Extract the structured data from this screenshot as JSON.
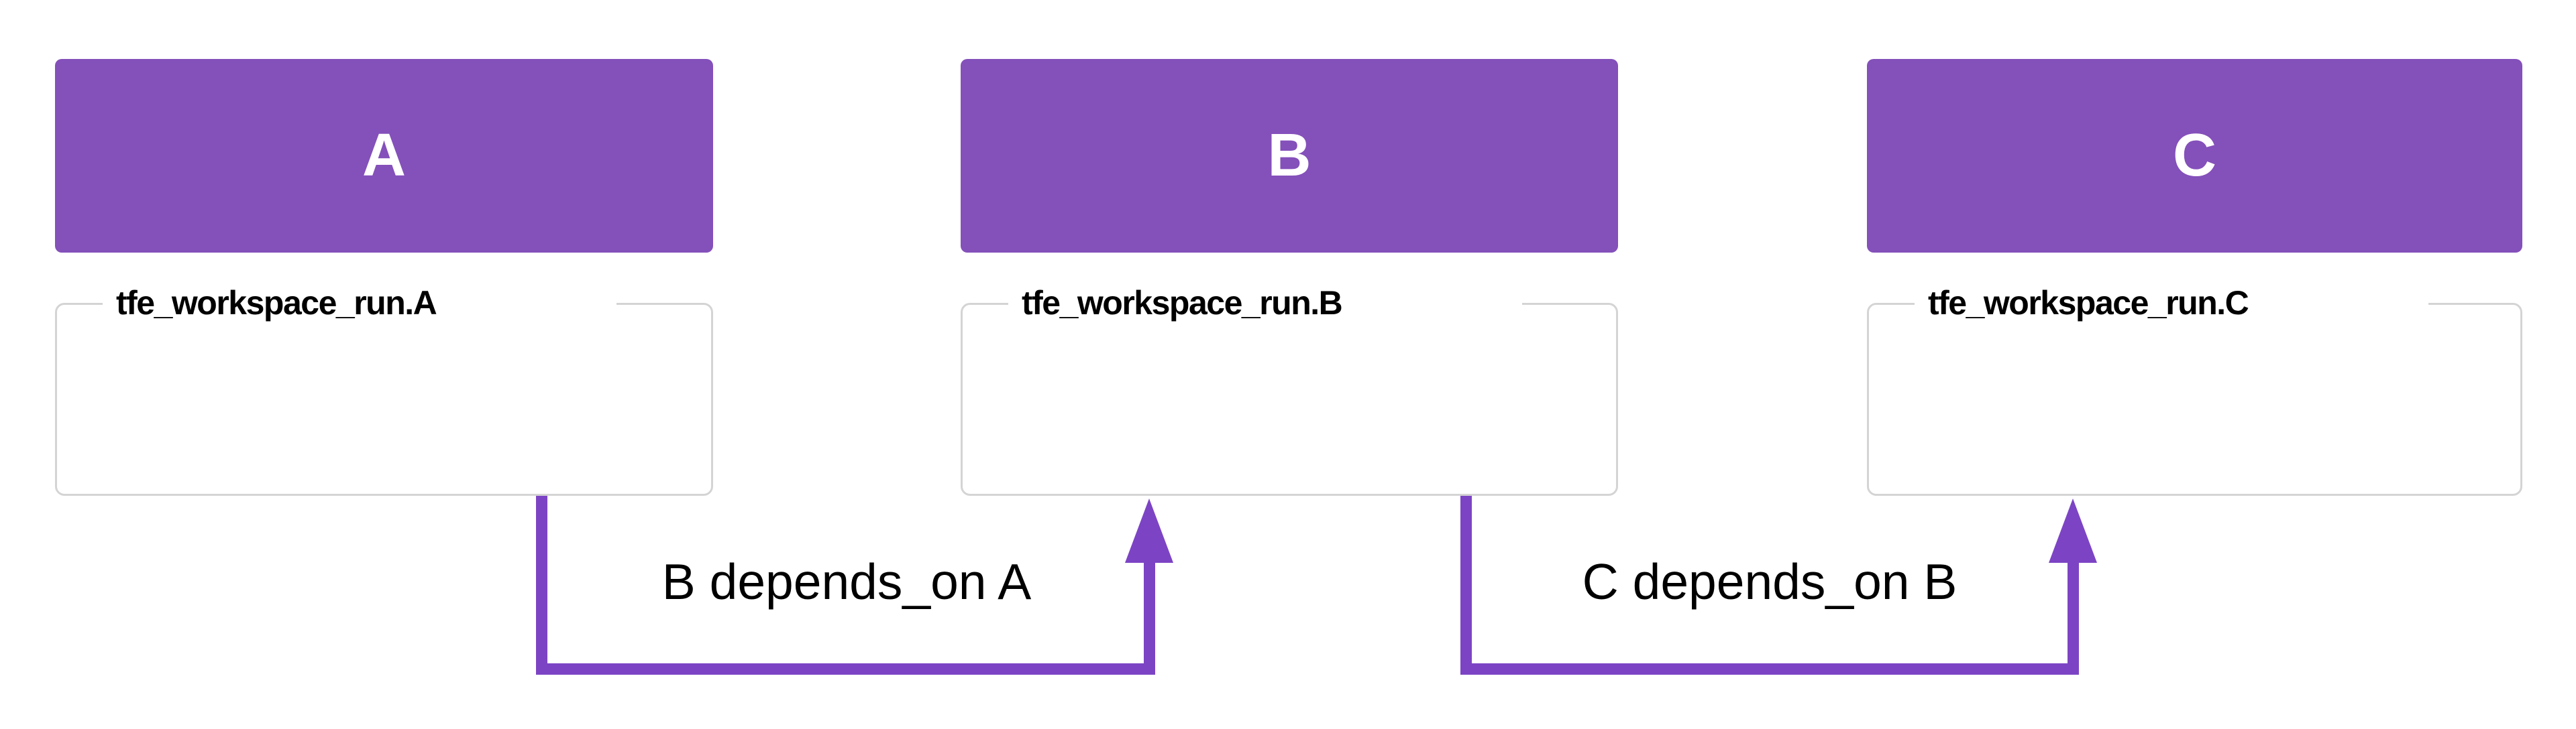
{
  "colors": {
    "node_fill": "#8450BA",
    "edge": "#7C44C4",
    "box_border": "#D4D4D4",
    "background": "#FFFFFF",
    "node_label": "#FFFFFF",
    "text": "#000000"
  },
  "groups": [
    {
      "header": "A",
      "resource": "tfe_workspace_run.A"
    },
    {
      "header": "B",
      "resource": "tfe_workspace_run.B"
    },
    {
      "header": "C",
      "resource": "tfe_workspace_run.C"
    }
  ],
  "edges": [
    {
      "label": "B depends_on A"
    },
    {
      "label": "C depends_on B"
    }
  ]
}
